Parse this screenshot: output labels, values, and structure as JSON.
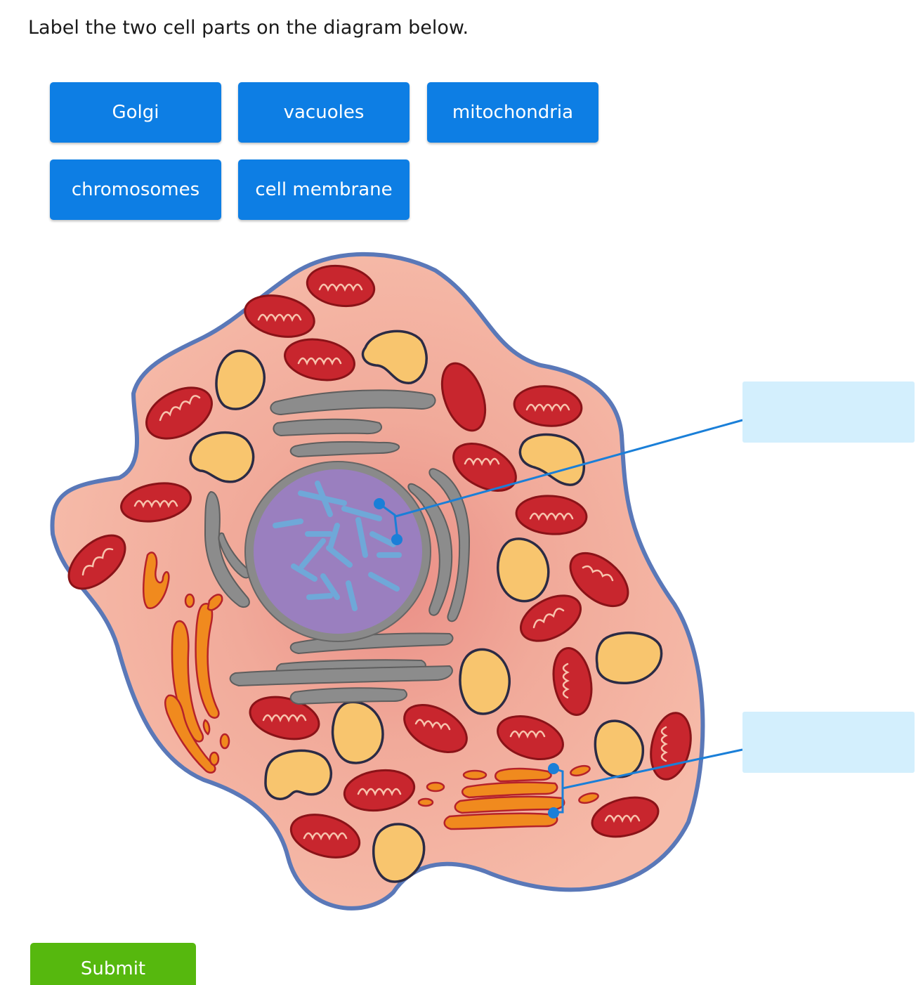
{
  "question": {
    "prompt": "Label the two cell parts on the diagram below."
  },
  "word_bank": [
    {
      "label": "Golgi"
    },
    {
      "label": "vacuoles"
    },
    {
      "label": "mitochondria"
    },
    {
      "label": "chromosomes"
    },
    {
      "label": "cell membrane"
    }
  ],
  "drop_targets": [
    {
      "label": ""
    },
    {
      "label": ""
    }
  ],
  "submit": {
    "label": "Submit"
  },
  "colors": {
    "tile_blue": "#0d7ee4",
    "drop_zone": "#d3effd",
    "submit_green": "#56b80e",
    "membrane": "#5a78b8",
    "cytoplasm": "#f3b3a2",
    "nucleus": "#9a7fbf",
    "golgi": "#8c8c8c",
    "mitochondria": "#b5222a",
    "vacuole": "#f8c56e",
    "er": "#f08a1e",
    "leader_line": "#1a7fd8"
  }
}
